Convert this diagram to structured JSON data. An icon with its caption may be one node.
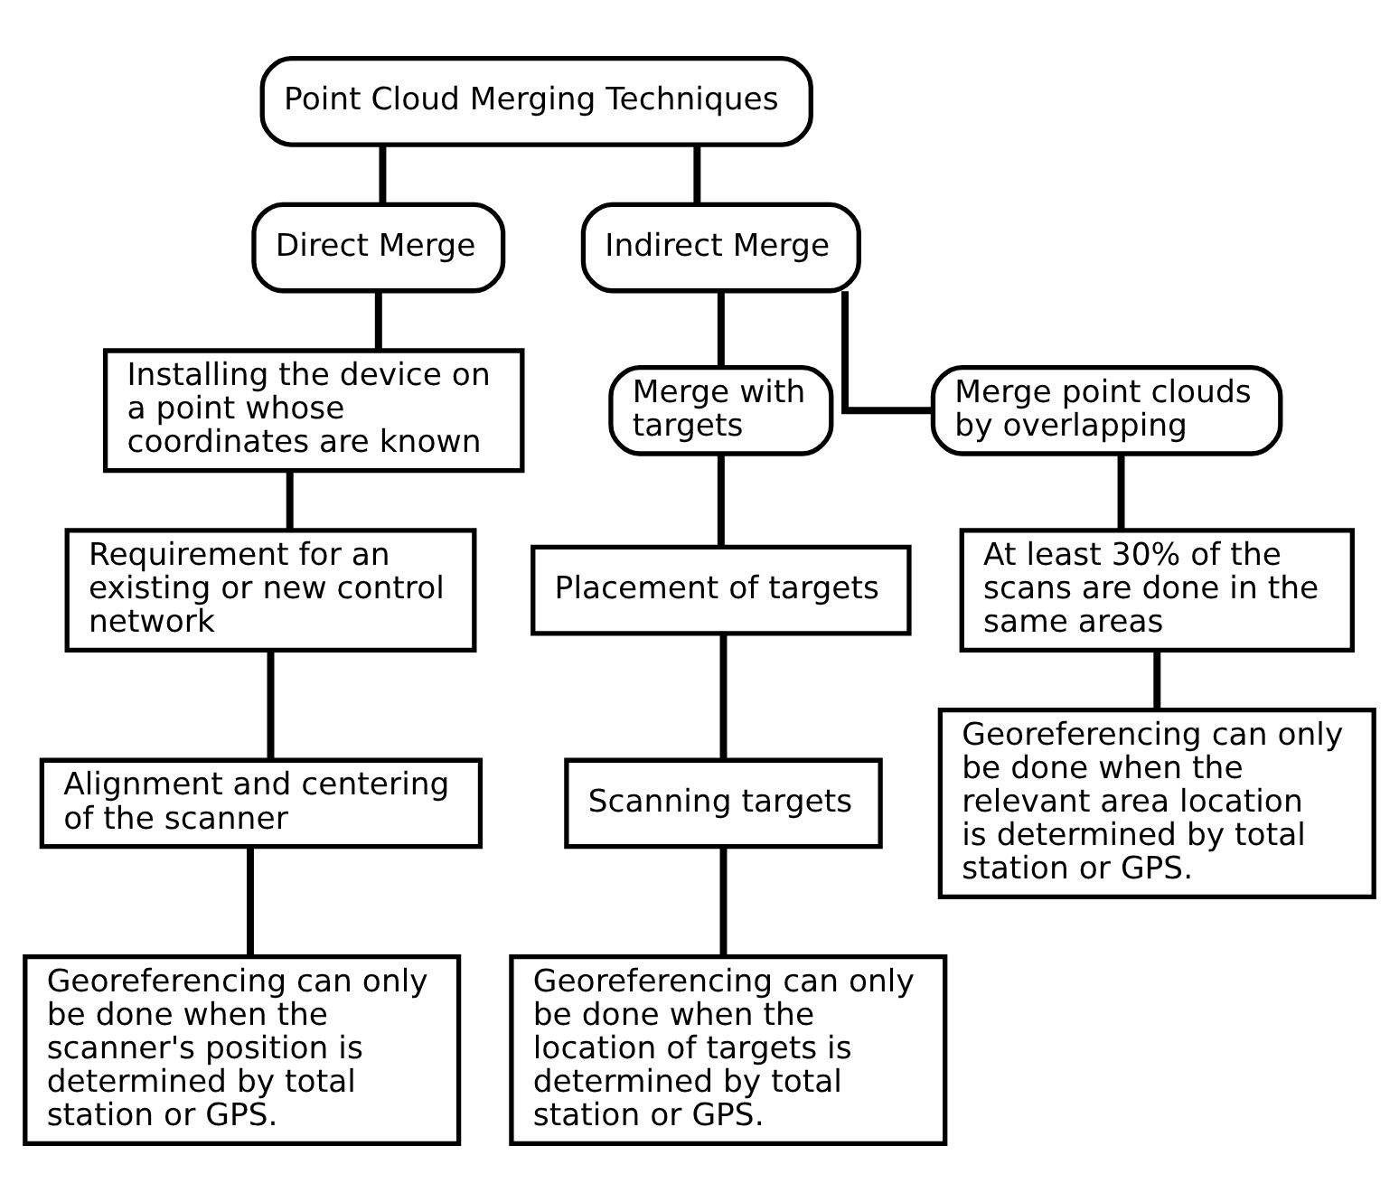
{
  "diagram": {
    "nodes": [
      {
        "text": [
          "Point Cloud Merging Techniques"
        ]
      },
      {
        "text": [
          "Direct Merge"
        ]
      },
      {
        "text": [
          "Indirect Merge"
        ]
      },
      {
        "text": [
          "Installing the device on a point whose coordinates are known"
        ]
      },
      {
        "text": [
          "Requirement for an existing or new control network"
        ]
      },
      {
        "text": [
          "Alignment and centering of the scanner"
        ]
      },
      {
        "text": [
          "Georeferencing can only be done when the scanner's position is determined by total station or GPS."
        ]
      },
      {
        "text": [
          "Merge with targets"
        ]
      },
      {
        "text": [
          "Merge point clouds by overlapping"
        ]
      },
      {
        "text": [
          "Placement of targets"
        ]
      },
      {
        "text": [
          "Scanning targets"
        ]
      },
      {
        "text": [
          "Georeferencing can only be done when the location of targets is determined by total station or GPS."
        ]
      },
      {
        "text": [
          "At least 30% of the scans are done in the same areas"
        ]
      },
      {
        "text": [
          "Georeferencing can only be done when the relevant area location is determined by total station or GPS."
        ]
      }
    ],
    "edges": [
      {
        "from": 0,
        "to": 1,
        "arrow": "none"
      },
      {
        "from": 0,
        "to": 2,
        "arrow": "none"
      },
      {
        "from": 1,
        "to": 3,
        "arrow": "none"
      },
      {
        "from": 3,
        "to": 4,
        "arrow": "none"
      },
      {
        "from": 4,
        "to": 5,
        "arrow": "none"
      },
      {
        "from": 5,
        "to": 6,
        "arrow": "none"
      },
      {
        "from": 2,
        "to": 7,
        "arrow": "none"
      },
      {
        "from": 2,
        "to": 8,
        "arrow": "none"
      },
      {
        "from": 7,
        "to": 9,
        "arrow": "none"
      },
      {
        "from": 9,
        "to": 10,
        "arrow": "none"
      },
      {
        "from": 10,
        "to": 11,
        "arrow": "none"
      },
      {
        "from": 8,
        "to": 12,
        "arrow": "none"
      },
      {
        "from": 12,
        "to": 13,
        "arrow": "none"
      }
    ]
  }
}
